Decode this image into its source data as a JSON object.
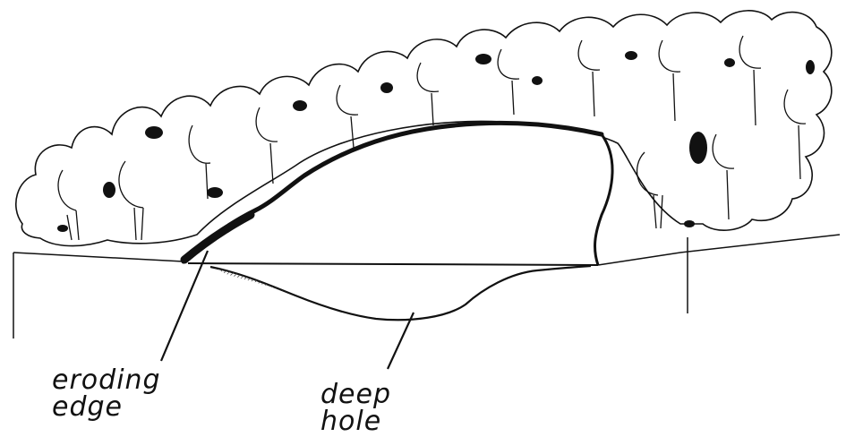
{
  "labels": {
    "eroding_edge": {
      "line1": "eroding",
      "line2": "edge"
    },
    "deep_hole": {
      "line1": "deep",
      "line2": "hole"
    }
  },
  "colors": {
    "ink": "#111111",
    "paper": "#ffffff",
    "shade": "#8a8a8a"
  }
}
